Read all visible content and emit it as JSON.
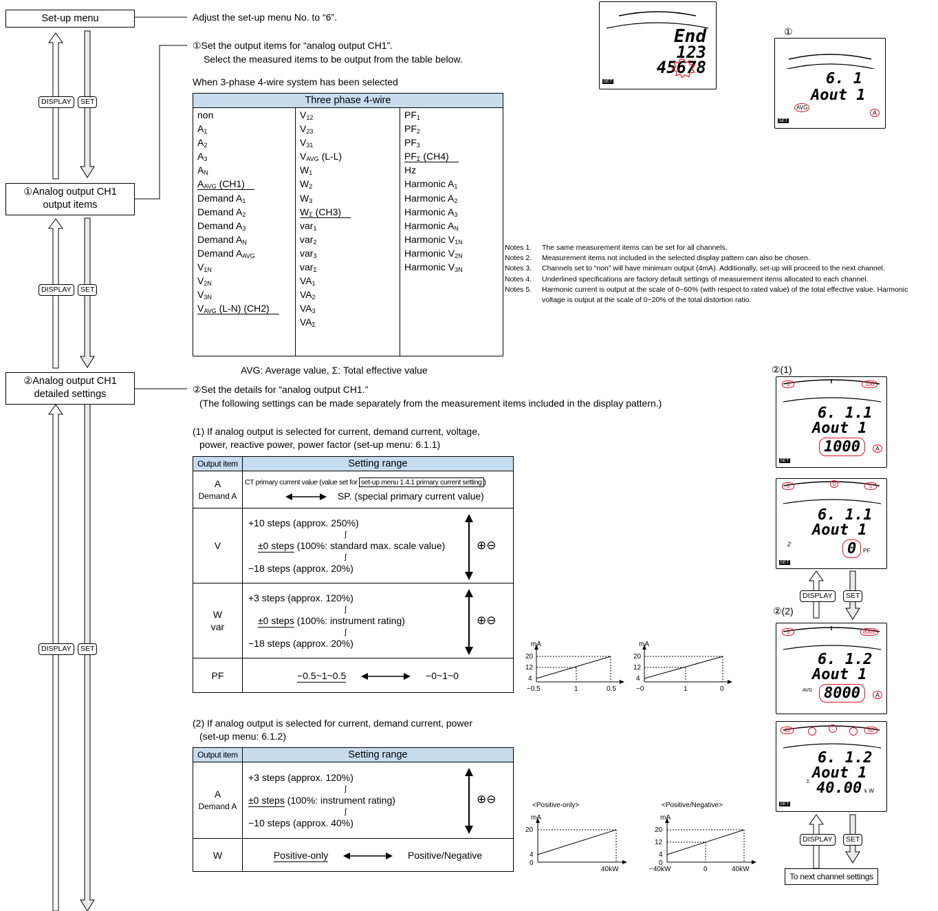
{
  "flow": {
    "setup_menu": "Set-up menu",
    "ch1_items_line1": "①Analog output CH1",
    "ch1_items_line2": "output items",
    "ch1_details_line1": "②Analog output CH1",
    "ch1_details_line2": "detailed settings",
    "display_key": "DISPLAY",
    "set_key": "SET"
  },
  "instructions": {
    "adjust": "Adjust the set-up menu No. to “6”.",
    "step1_line1": "①Set the output items for “analog output CH1”.",
    "step1_line2": "Select the measured items to be output from the table below.",
    "when_selected": "When 3-phase 4-wire system has been selected",
    "legend": "AVG: Average value, Σ: Total effective value",
    "step2_line1": "②Set the details for “analog output CH1.”",
    "step2_line2": "(The following settings can be made separately from the measurement items included in the display pattern.)",
    "case1_line1": "(1) If analog output is selected for current, demand current, voltage,",
    "case1_line2": "power, reactive power, power factor (set-up menu: 6.1.1)",
    "case2_line1": "(2) If analog output is selected for current, demand current, power",
    "case2_line2": "(set-up menu: 6.1.2)"
  },
  "three_phase_table": {
    "title": "Three phase 4-wire",
    "col1": [
      {
        "t": "non",
        "s": ""
      },
      {
        "t": "A",
        "s": "1"
      },
      {
        "t": "A",
        "s": "2"
      },
      {
        "t": "A",
        "s": "3"
      },
      {
        "t": "A",
        "s": "N"
      },
      {
        "t": "A",
        "s": "AVG",
        "after": " (CH1)",
        "u": true
      },
      {
        "t": "Demand A",
        "s": "1"
      },
      {
        "t": "Demand A",
        "s": "2"
      },
      {
        "t": "Demand A",
        "s": "3"
      },
      {
        "t": "Demand A",
        "s": "N"
      },
      {
        "t": "Demand A",
        "s": "AVG"
      },
      {
        "t": "V",
        "s": "1N"
      },
      {
        "t": "V",
        "s": "2N"
      },
      {
        "t": "V",
        "s": "3N"
      },
      {
        "t": "V",
        "s": "AVG",
        "after": " (L-N) (CH2)",
        "u": true
      }
    ],
    "col2": [
      {
        "t": "V",
        "s": "12"
      },
      {
        "t": "V",
        "s": "23"
      },
      {
        "t": "V",
        "s": "31"
      },
      {
        "t": "V",
        "s": "AVG",
        "after": " (L-L)"
      },
      {
        "t": "W",
        "s": "1"
      },
      {
        "t": "W",
        "s": "2"
      },
      {
        "t": "W",
        "s": "3"
      },
      {
        "t": "W",
        "s": "Σ",
        "after": " (CH3)",
        "u": true
      },
      {
        "t": "var",
        "s": "1"
      },
      {
        "t": "var",
        "s": "2"
      },
      {
        "t": "var",
        "s": "3"
      },
      {
        "t": "var",
        "s": "Σ"
      },
      {
        "t": "VA",
        "s": "1"
      },
      {
        "t": "VA",
        "s": "2"
      },
      {
        "t": "VA",
        "s": "3"
      },
      {
        "t": "VA",
        "s": "Σ"
      }
    ],
    "col3": [
      {
        "t": "PF",
        "s": "1"
      },
      {
        "t": "PF",
        "s": "2"
      },
      {
        "t": "PF",
        "s": "3"
      },
      {
        "t": "PF",
        "s": "Σ",
        "after": " (CH4)",
        "u": true
      },
      {
        "t": "Hz",
        "s": ""
      },
      {
        "t": "Harmonic A",
        "s": "1"
      },
      {
        "t": "Harmonic A",
        "s": "2"
      },
      {
        "t": "Harmonic A",
        "s": "3"
      },
      {
        "t": "Harmonic A",
        "s": "N"
      },
      {
        "t": "Harmonic V",
        "s": "1N"
      },
      {
        "t": "Harmonic V",
        "s": "2N"
      },
      {
        "t": "Harmonic V",
        "s": "3N"
      }
    ]
  },
  "notes": [
    {
      "k": "Notes 1.",
      "v": "The same measurement items can be set for all channels."
    },
    {
      "k": "Notes 2.",
      "v": "Measurement items not included in the selected display pattern can also be chosen."
    },
    {
      "k": "Notes 3.",
      "v": "Channels set to “non” will have minimum output (4mA). Additionally, set-up will proceed to the next channel."
    },
    {
      "k": "Notes 4.",
      "v": "Underlined specifications are factory default settings of measurement items allocated to each channel."
    },
    {
      "k": "Notes 5.",
      "v": "Harmonic current is output at the scale of 0~60% (with respect to rated value) of the total effective value. Harmonic voltage is output at the scale of 0~20% of the total distortion ratio."
    }
  ],
  "table1": {
    "h_item": "Output item",
    "h_range": "Setting range",
    "a_item1": "A",
    "a_item2": "Demand A",
    "a_ct_pre": "CT primary current value (value set for",
    "a_ct_box": "set-up menu 1.4.1 primary current setting",
    "a_ct_post": ")",
    "a_sp": "SP. (special primary current value)",
    "v_item": "V",
    "v_top": "+10 steps (approx. 250%)",
    "v_mid_u": "±0 steps",
    "v_mid": " (100%: standard max. scale value)",
    "v_bot": "−18 steps (approx. 20%)",
    "w_item1": "W",
    "w_item2": "var",
    "w_top": "+3 steps (approx. 120%)",
    "w_mid_u": "±0 steps",
    "w_mid": " (100%: instrument rating)",
    "w_bot": "−18 steps (approx. 20%)",
    "pf_item": "PF",
    "pf_left": "−0.5~1~0.5",
    "pf_right": "−0~1~0",
    "wave": "∫",
    "plusminus": "⊕⊖"
  },
  "table2": {
    "h_item": "Output item",
    "h_range": "Setting range",
    "a_item1": "A",
    "a_item2": "Demand A",
    "a_top": "+3 steps (approx. 120%)",
    "a_mid_u": "±0 steps",
    "a_mid": " (100%: instrument rating)",
    "a_bot": "−10 steps (approx. 40%)",
    "w_item": "W",
    "w_left": "Positive-only",
    "w_right": "Positive/Negative"
  },
  "graphs": {
    "unit": "mA",
    "g1": {
      "y": [
        "20",
        "12",
        "4"
      ],
      "x": [
        "−0.5",
        "1",
        "0.5"
      ]
    },
    "g2": {
      "y": [
        "20",
        "12",
        "4"
      ],
      "x": [
        "−0",
        "1",
        "0"
      ]
    },
    "g3": {
      "title": "<Positive-only>",
      "y": [
        "20",
        "4",
        "0"
      ],
      "x": [
        "40kW"
      ]
    },
    "g4": {
      "title": "<Positive/Negative>",
      "y": [
        "20",
        "12",
        "4",
        "0"
      ],
      "x": [
        "−40kW",
        "0",
        "40kW"
      ]
    }
  },
  "lcds": {
    "lcd0": {
      "l1": "End",
      "l2": "123",
      "l3": "45678"
    },
    "lcd1": {
      "label": "①",
      "l1": "6. 1",
      "l2": "Aout 1",
      "avg": "AVG",
      "unit": "A"
    },
    "lcd2": {
      "label": "②(1)",
      "l1": "6. 1.1",
      "l2": "Aout 1",
      "l3": "1000",
      "unit": "A",
      "left": "0",
      "right": "100"
    },
    "lcd3": {
      "l1": "6. 1.1",
      "l2": "Aout 1",
      "l3": "0",
      "unit": "PF",
      "small": "2",
      "left": "0",
      "right": "0",
      "mid": "0"
    },
    "lcd4": {
      "label": "②(2)",
      "l1": "6. 1.2",
      "l2": "Aout 1",
      "l3": "8000",
      "unit": "A",
      "avg": "AVG",
      "left": "0",
      "right": "8000"
    },
    "lcd5": {
      "l1": "6. 1.2",
      "l2": "Aout 1",
      "l3": "40.00",
      "unit": "k W",
      "small": "Σ",
      "left": "40",
      "right": "40"
    },
    "next": "To next channel settings"
  }
}
